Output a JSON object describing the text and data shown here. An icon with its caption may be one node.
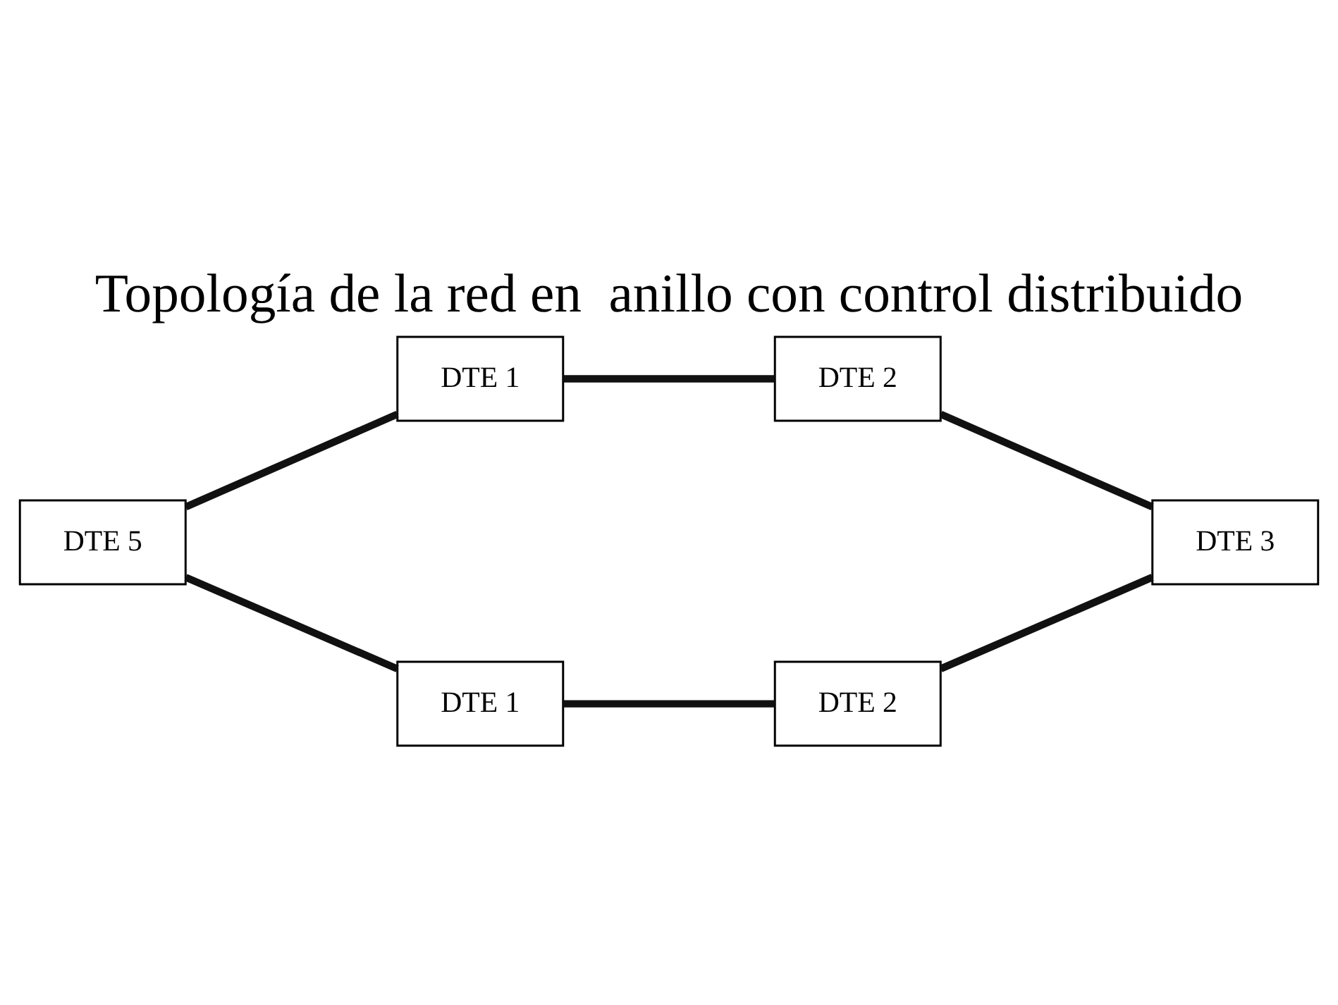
{
  "diagram": {
    "title": "Topología de la red en  anillo con control distribuido",
    "nodes": [
      {
        "text": [
          "DTE 1"
        ]
      },
      {
        "text": [
          "DTE 2"
        ]
      },
      {
        "text": [
          "DTE 5"
        ]
      },
      {
        "text": [
          "DTE 3"
        ]
      },
      {
        "text": [
          "DTE 1"
        ]
      },
      {
        "text": [
          "DTE 2"
        ]
      }
    ],
    "edges": [
      {
        "from": 0,
        "to": 1,
        "arrow": "none"
      },
      {
        "from": 1,
        "to": 3,
        "arrow": "none"
      },
      {
        "from": 3,
        "to": 5,
        "arrow": "none"
      },
      {
        "from": 5,
        "to": 4,
        "arrow": "none"
      },
      {
        "from": 4,
        "to": 2,
        "arrow": "none"
      },
      {
        "from": 2,
        "to": 0,
        "arrow": "none"
      }
    ]
  }
}
